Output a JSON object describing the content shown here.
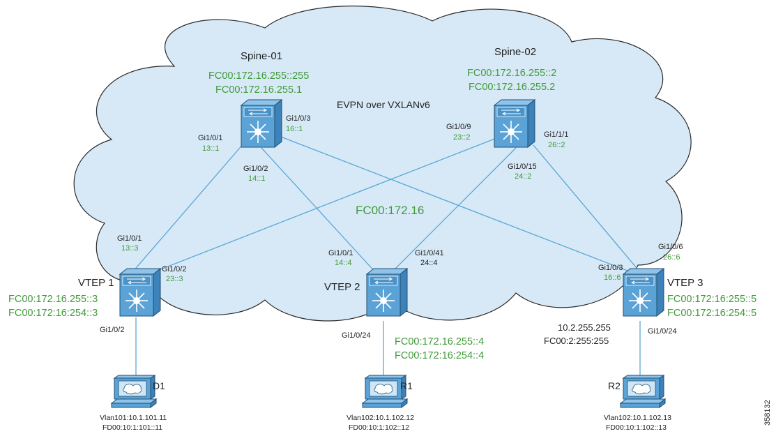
{
  "title": "EVPN over VXLANv6",
  "overlay_label": "FC00:172.16",
  "figure_id": "358132",
  "colors": {
    "green": "#3f9a37",
    "cloud_fill": "#d7e9f7",
    "cloud_stroke": "#2a2a2a",
    "link": "#5aa6d6",
    "switch_face": "#5ba3d6"
  },
  "spines": [
    {
      "name": "Spine-01",
      "addr1": "FC00:172.16.255::255",
      "addr2": "FC00:172.16.255.1"
    },
    {
      "name": "Spine-02",
      "addr1": "FC00:172.16.255::2",
      "addr2": "FC00:172.16.255.2"
    }
  ],
  "vteps": [
    {
      "name": "VTEP 1",
      "addr1": "FC00:172.16.255::3",
      "addr2": "FC00:172:16:254::3",
      "down_port": "Gi1/0/2"
    },
    {
      "name": "VTEP 2",
      "addr1": "FC00:172.16.255::4",
      "addr2": "FC00:172:16:254::4",
      "down_port": "Gi1/0/24"
    },
    {
      "name": "VTEP 3",
      "addr1": "FC00:172:16:255::5",
      "addr2": "FC00:172:16:254::5",
      "down_port": "Gi1/0/24",
      "extra1": "10.2.255.255",
      "extra2": "FC00:2:255:255"
    }
  ],
  "ports": {
    "s1_p1": {
      "port": "Gi1/0/1",
      "ip": "13::1"
    },
    "s1_p2": {
      "port": "Gi1/0/2",
      "ip": "14::1"
    },
    "s1_p3": {
      "port": "Gi1/0/3",
      "ip": "16::1"
    },
    "s2_p9": {
      "port": "Gi1/0/9",
      "ip": "23::2"
    },
    "s2_p15": {
      "port": "Gi1/0/15",
      "ip": "24::2"
    },
    "s2_p11": {
      "port": "Gi1/1/1",
      "ip": "26::2"
    },
    "v1_p1": {
      "port": "Gi1/0/1",
      "ip": "13::3"
    },
    "v1_p2": {
      "port": "Gi1/0/2",
      "ip": "23::3"
    },
    "v2_p1": {
      "port": "Gi1/0/1",
      "ip": "14::4"
    },
    "v2_p41": {
      "port": "Gi1/0/41",
      "ip": "24::4"
    },
    "v3_p6": {
      "port": "Gi1/0/6",
      "ip": "26::6"
    },
    "v3_p3": {
      "port": "Gi1/0/3",
      "ip": "16::6"
    }
  },
  "hosts": [
    {
      "name": "D1",
      "vlan": "Vlan101:10.1.101.11",
      "ipv6": "FD00:10:1:101::11"
    },
    {
      "name": "R1",
      "vlan": "Vlan102:10.1.102.12",
      "ipv6": "FD00:10:1:102::12"
    },
    {
      "name": "R2",
      "vlan": "Vlan102:10.1.102.13",
      "ipv6": "FD00:10:1:102::13"
    }
  ]
}
